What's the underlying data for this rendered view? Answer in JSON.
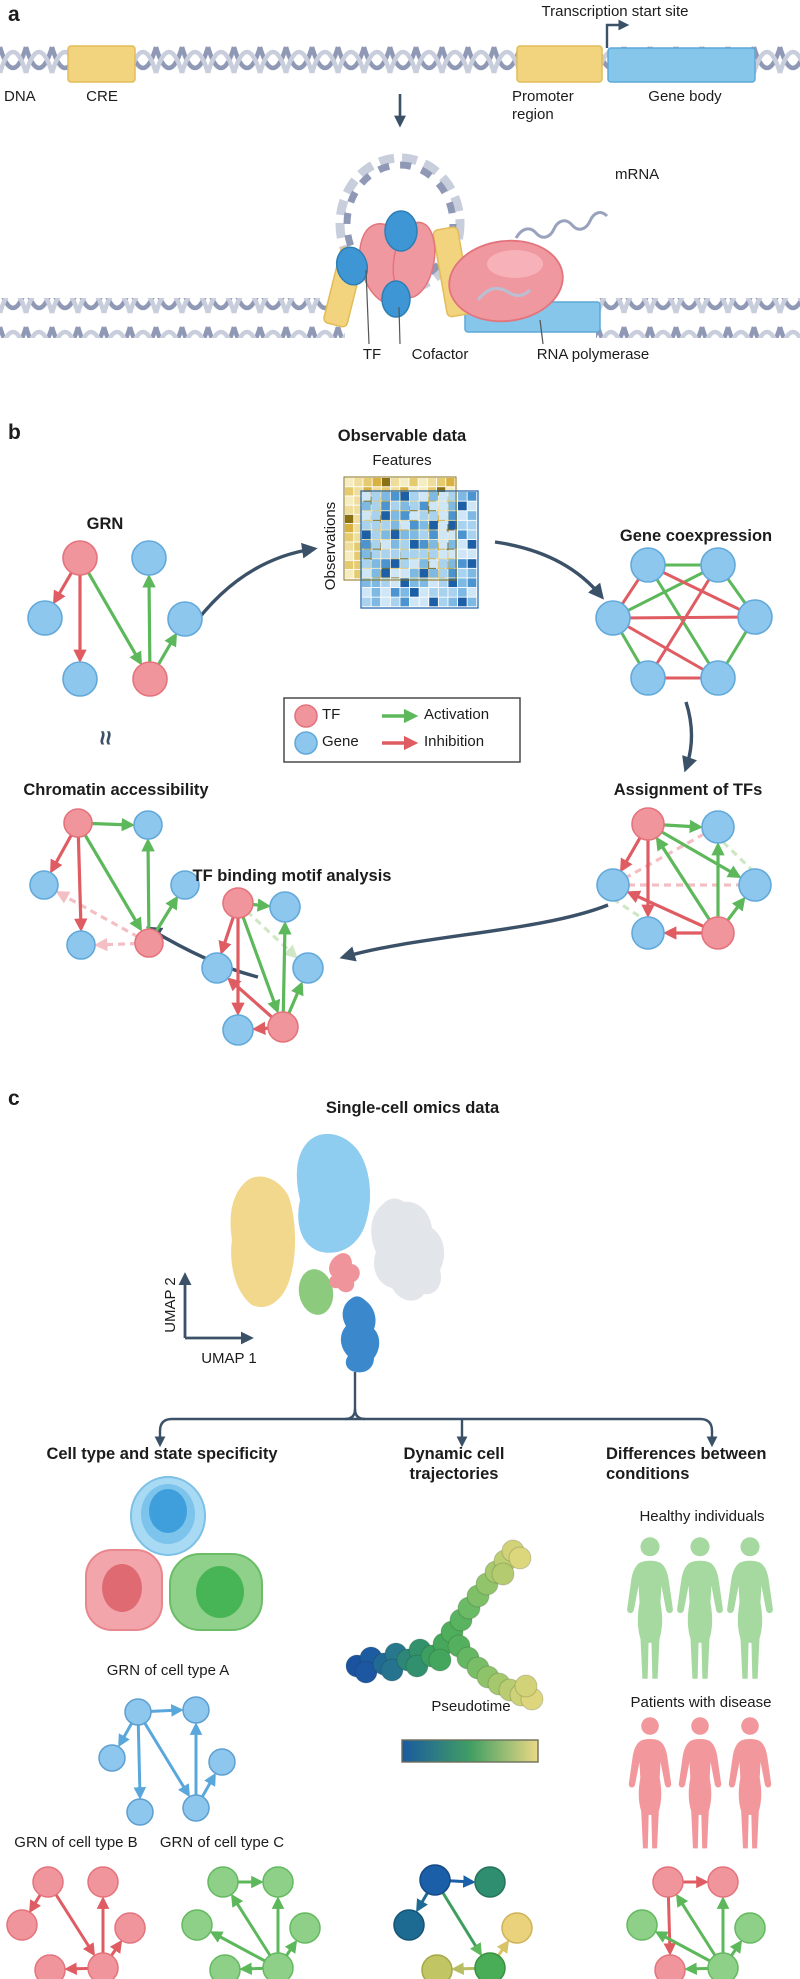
{
  "panels": {
    "a": {
      "label": "a",
      "tss": "Transcription start site",
      "dna": "DNA",
      "cre": "CRE",
      "promoter": "Promoter region",
      "gene_body": "Gene body",
      "mrna": "mRNA",
      "tf": "TF",
      "cofactor": "Cofactor",
      "rna_polymerase": "RNA polymerase"
    },
    "b": {
      "label": "b",
      "observable_data": "Observable data",
      "features": "Features",
      "observations": "Observations",
      "grn": "GRN",
      "gene_coexpression": "Gene coexpression",
      "assignment_of_tfs": "Assignment of TFs",
      "tf_binding_motif": "TF binding motif analysis",
      "chromatin_accessibility": "Chromatin accessibility",
      "equivalence_symbol": "≈",
      "legend": {
        "tf": "TF",
        "gene": "Gene",
        "activation": "Activation",
        "inhibition": "Inhibition"
      }
    },
    "c": {
      "label": "c",
      "title": "Single-cell omics data",
      "umap1": "UMAP 1",
      "umap2": "UMAP 2",
      "branches": [
        "Cell type and state specificity",
        "Dynamic cell trajectories",
        "Differences between conditions"
      ],
      "grn_cell_type_a": "GRN of cell type A",
      "grn_cell_type_b": "GRN of cell type B",
      "grn_cell_type_c": "GRN of cell type C",
      "pseudotime": "Pseudotime",
      "healthy": "Healthy individuals",
      "patients": "Patients with disease"
    }
  },
  "colors": {
    "tf_red": "#f0959c",
    "tf_red_stroke": "#e4737c",
    "gene_blue": "#8dc7ee",
    "gene_blue_stroke": "#62a9da",
    "activation_green": "#5cb85a",
    "inhibition_red": "#e05c63",
    "faded_activation": "#cfe7c5",
    "faded_inhibition": "#f3bfc4",
    "arrow_navy": "#3b5168",
    "dna_light": "#c9cedd",
    "dna_dark": "#8f99b5",
    "cre_yellow": "#f2d47e",
    "gene_body_blue": "#85c6ea",
    "polymerase_pink": "#f0989f",
    "cofactor_blue": "#3e97d4",
    "network_blue": "#5aa7dc",
    "healthy_green": "#a5d9a0",
    "disease_pink": "#f2989d",
    "pseudotime_gradient": [
      "#1b5aa0",
      "#3f9e63",
      "#ead985"
    ],
    "matrix_yellow": [
      "#f6ecc2",
      "#efdd9b",
      "#e6cb6e",
      "#d8b140",
      "#8a7113",
      "#efdd9b",
      "#f6ecc2",
      "#e6cb6e"
    ],
    "matrix_blue": [
      "#cfe6f6",
      "#a9d2ee",
      "#7db9e2",
      "#4c94cf",
      "#1d5fa6",
      "#a9d2ee",
      "#cfe6f6",
      "#7db9e2"
    ],
    "umap_blobs": {
      "yellow": "#f2d88c",
      "light_blue": "#8ecdf0",
      "gray": "#e2e5ea",
      "green": "#8ccb7e",
      "pink": "#f0949b",
      "dark_blue": "#3c88cc"
    }
  }
}
